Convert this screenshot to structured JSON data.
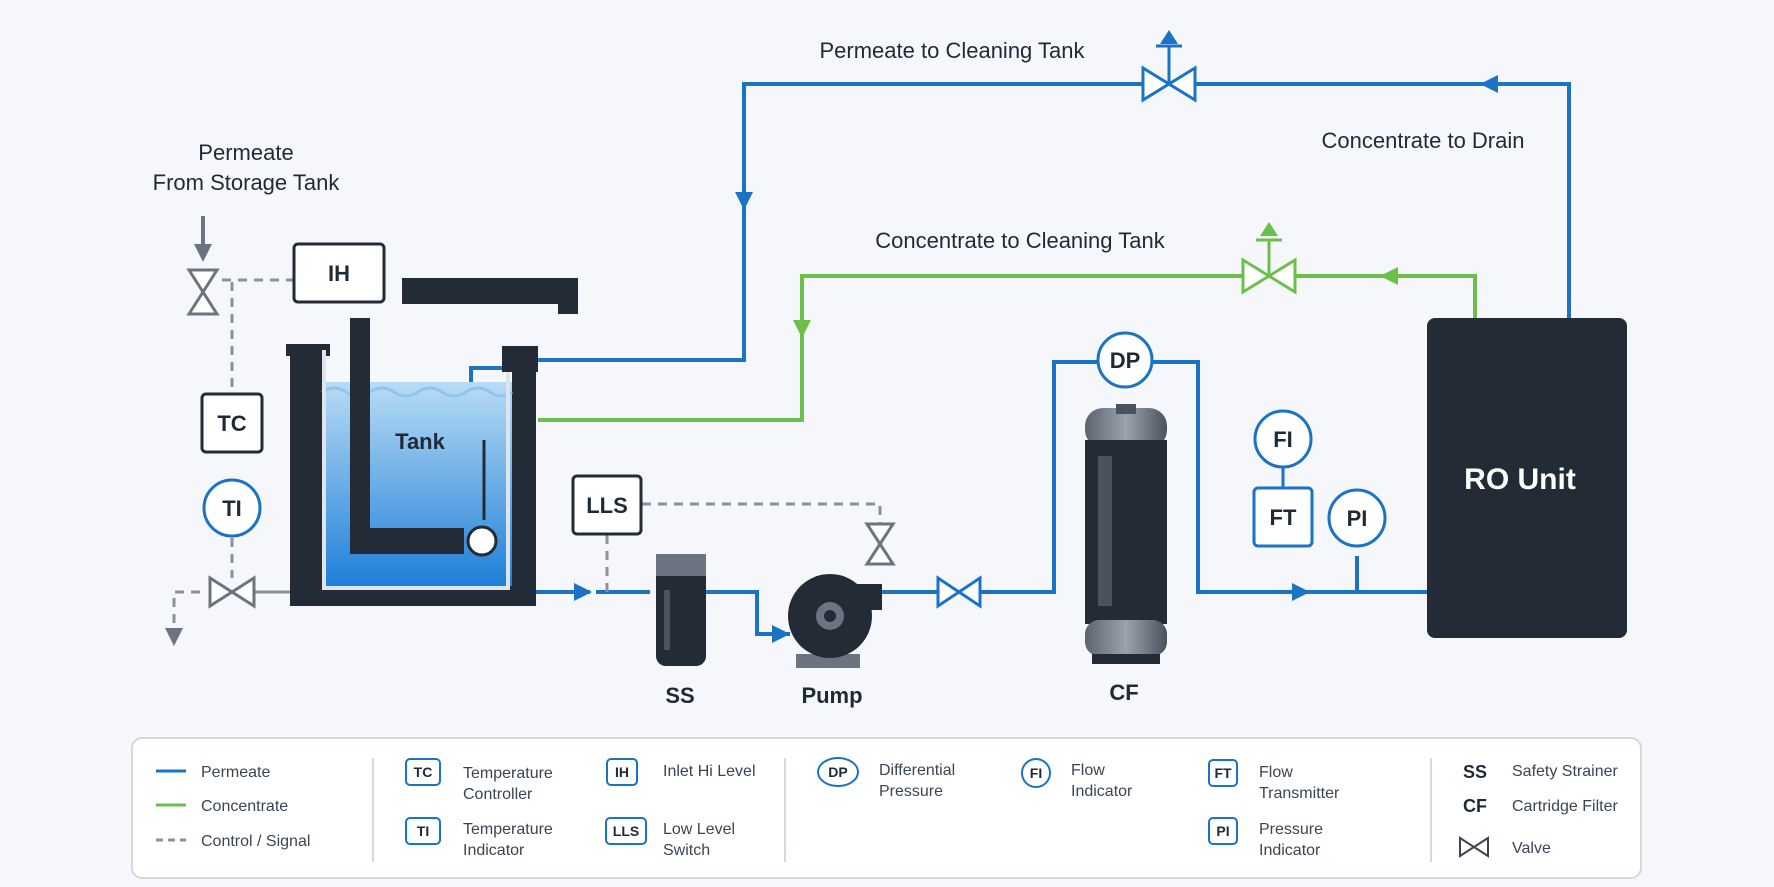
{
  "flows": {
    "permeate_to_cleaning_tank": "Permeate to Cleaning Tank",
    "concentrate_to_drain": "Concentrate to Drain",
    "concentrate_to_cleaning_tank": "Concentrate to Cleaning Tank",
    "permeate_from_storage_1": "Permeate",
    "permeate_from_storage_2": "From Storage Tank"
  },
  "equipment": {
    "tank": "Tank",
    "ss": "SS",
    "pump": "Pump",
    "cf": "CF",
    "ro_unit": "RO Unit"
  },
  "instruments": {
    "ih": "IH",
    "tc": "TC",
    "ti": "TI",
    "lls": "LLS",
    "dp": "DP",
    "fi": "FI",
    "ft": "FT",
    "pi": "PI"
  },
  "legend": {
    "lines": [
      {
        "label": "Permeate",
        "color": "#1a73c4"
      },
      {
        "label": "Concentrate",
        "color": "#6cc04a"
      },
      {
        "label": "Control / Signal",
        "color": "#8a929d"
      }
    ],
    "tc": {
      "badge": "TC",
      "label1": "Temperature",
      "label2": "Controller"
    },
    "ti": {
      "badge": "TI",
      "label1": "Temperature",
      "label2": "Indicator"
    },
    "ih": {
      "badge": "IH",
      "label1": "Inlet Hi Level"
    },
    "lls": {
      "badge": "LLS",
      "label1": "Low Level",
      "label2": "Switch"
    },
    "dp": {
      "badge": "DP",
      "label1": "Differential",
      "label2": "Pressure"
    },
    "fi": {
      "badge": "FI",
      "label1": "Flow",
      "label2": "Indicator"
    },
    "ft": {
      "badge": "FT",
      "label1": "Flow",
      "label2": "Transmitter"
    },
    "pi": {
      "badge": "PI",
      "label1": "Pressure",
      "label2": "Indicator"
    },
    "ss": {
      "badge": "SS",
      "label1": "Safety Strainer"
    },
    "cf": {
      "badge": "CF",
      "label1": "Cartridge Filter"
    },
    "valve": {
      "label1": "Valve"
    }
  },
  "colors": {
    "permeate": "#1a73c4",
    "concentrate": "#6cc04a",
    "signal": "#8a929d",
    "equipment": "#222b36",
    "water": "#2f8ee0"
  }
}
